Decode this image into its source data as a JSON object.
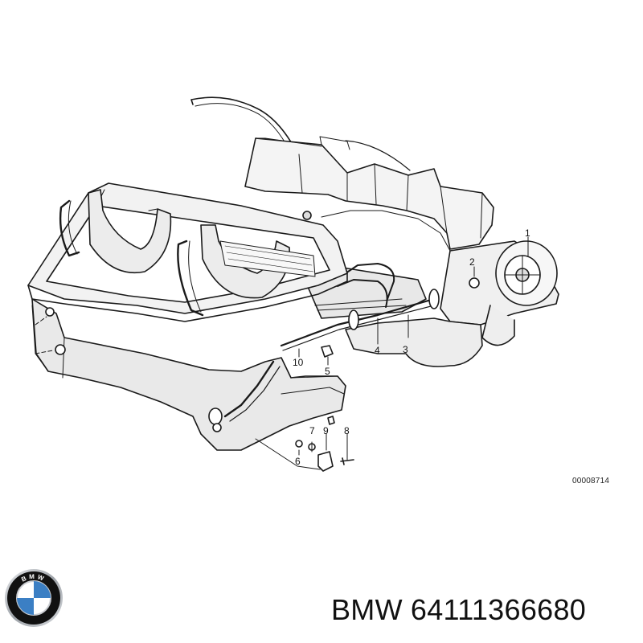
{
  "diagram": {
    "drawing_number": "00008714",
    "callouts": [
      {
        "id": "1",
        "label": "1"
      },
      {
        "id": "2",
        "label": "2"
      },
      {
        "id": "3",
        "label": "3"
      },
      {
        "id": "4",
        "label": "4"
      },
      {
        "id": "5",
        "label": "5"
      },
      {
        "id": "6",
        "label": "6"
      },
      {
        "id": "7",
        "label": "7"
      },
      {
        "id": "8",
        "label": "8"
      },
      {
        "id": "9",
        "label": "9"
      },
      {
        "id": "10",
        "label": "10"
      }
    ]
  },
  "footer": {
    "brand": "BMW",
    "part_number": "64111366680",
    "logo_letters": "BMW",
    "logo_colors": {
      "blue": "#3b7fc4",
      "white": "#ffffff",
      "black": "#111111",
      "silver": "#c9ccd1"
    }
  }
}
